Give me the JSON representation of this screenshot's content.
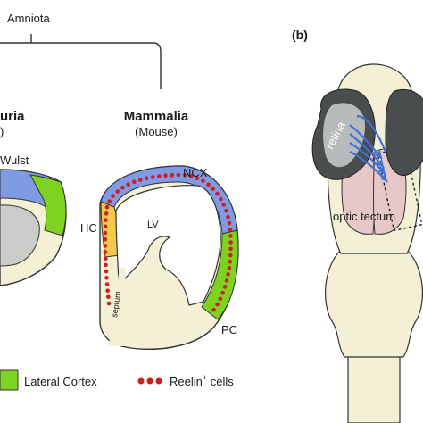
{
  "tree": {
    "clade": "Amniota"
  },
  "left_group": {
    "name_fragment": "uria",
    "sub_fragment": ")",
    "region_label": "Wulst"
  },
  "mammalia": {
    "name": "Mammalia",
    "example": "(Mouse)",
    "labels": {
      "ncx": "NCX",
      "hc": "HC",
      "lv": "LV",
      "pc": "PC",
      "septum": "septum"
    }
  },
  "panel_b": {
    "letter": "(b)",
    "retina_label": "retina",
    "tectum_label": "optic tectum"
  },
  "legend": {
    "lateral_cortex": "Lateral Cortex",
    "reelin_prefix": "Reelin",
    "reelin_sup": "+",
    "reelin_suffix": " cells"
  },
  "colors": {
    "lateral_cortex": "#7ed321",
    "dorsal_cortex": "#7f9be3",
    "hippocampus": "#f4c84a",
    "reelin": "#cc1f1f",
    "tissue": "#f3f0d6",
    "ventricle_gray": "#c9ccc9",
    "tectum": "#e6c9c6",
    "eye_dark": "#4a4d4d",
    "retina_arrow": "#3d72d6"
  }
}
